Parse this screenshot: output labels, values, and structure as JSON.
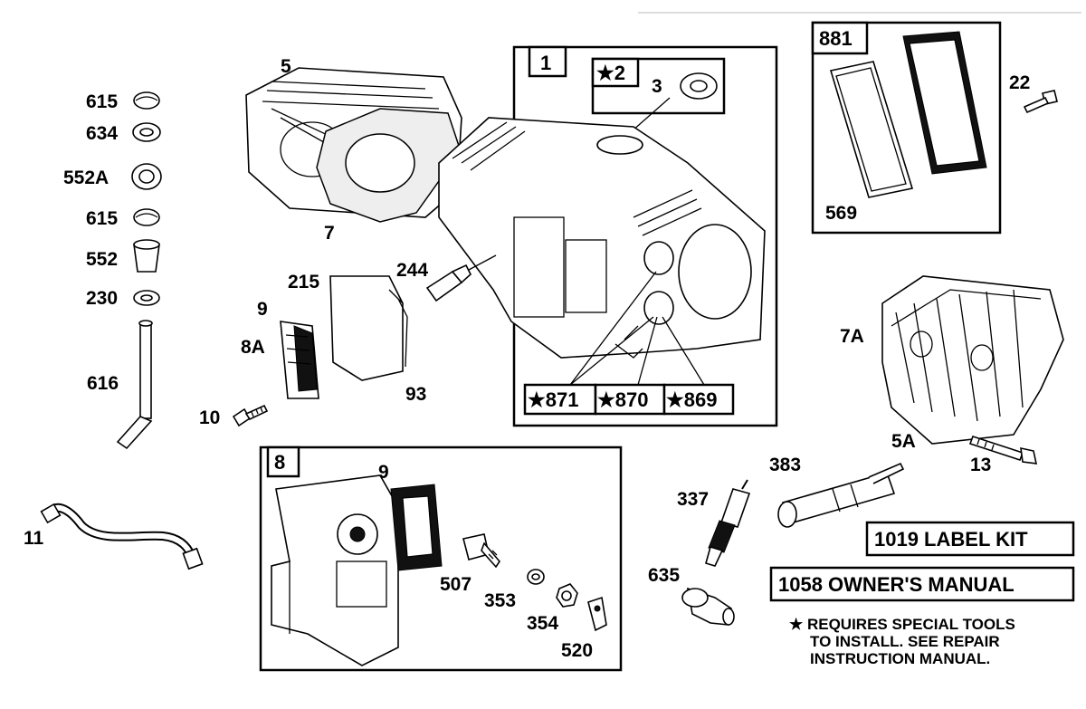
{
  "labels": {
    "l615a": "615",
    "l634": "634",
    "l552a": "552A",
    "l615b": "615",
    "l552": "552",
    "l230": "230",
    "l616": "616",
    "l5": "5",
    "l7": "7",
    "l244": "244",
    "l215": "215",
    "l9a": "9",
    "l8a": "8A",
    "l93": "93",
    "l10": "10",
    "l11": "11",
    "l1": "1",
    "l2": "★2",
    "l3": "3",
    "l871": "★871",
    "l870": "★870",
    "l869": "★869",
    "l881": "881",
    "l569": "569",
    "l22": "22",
    "l7a": "7A",
    "l5a": "5A",
    "l13": "13",
    "l383": "383",
    "l337": "337",
    "l635": "635",
    "l8": "8",
    "l9b": "9",
    "l507": "507",
    "l353": "353",
    "l354": "354",
    "l520": "520"
  },
  "kits": {
    "label_kit": "1019 LABEL KIT",
    "owners_manual": "1058 OWNER'S MANUAL"
  },
  "note": {
    "line1": "★ REQUIRES SPECIAL TOOLS",
    "line2": "TO INSTALL.  SEE REPAIR",
    "line3": "INSTRUCTION MANUAL."
  }
}
